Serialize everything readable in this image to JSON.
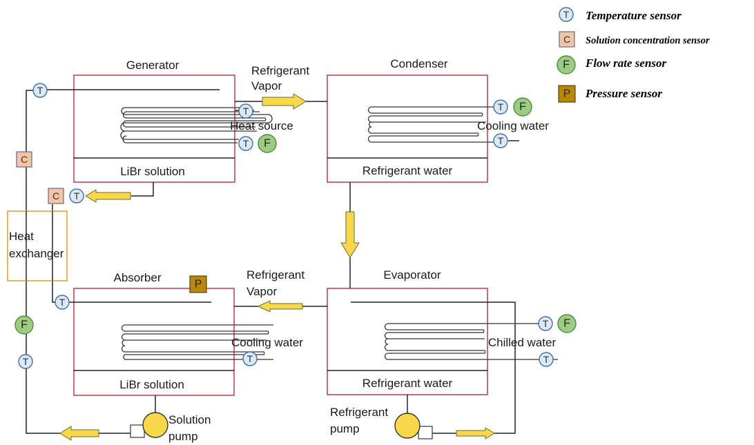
{
  "legend": {
    "temperature": {
      "symbol": "T",
      "label": "Temperature sensor"
    },
    "concentration": {
      "symbol": "C",
      "label": "Solution concentration sensor"
    },
    "flow": {
      "symbol": "F",
      "label": "Flow rate sensor"
    },
    "pressure": {
      "symbol": "P",
      "label": "Pressure sensor"
    }
  },
  "components": {
    "generator": {
      "title": "Generator",
      "solution": "LiBr solution",
      "coil": "Heat source"
    },
    "condenser": {
      "title": "Condenser",
      "solution": "Refrigerant water",
      "coil": "Cooling water"
    },
    "absorber": {
      "title": "Absorber",
      "solution": "LiBr solution",
      "coil": "Cooling water"
    },
    "evaporator": {
      "title": "Evaporator",
      "solution": "Refrigerant water",
      "coil": "Chilled water"
    }
  },
  "labels": {
    "vapor_top_1": "Refrigerant",
    "vapor_top_2": "Vapor",
    "vapor_mid_1": "Refrigerant",
    "vapor_mid_2": "Vapor",
    "heat_exchanger_1": "Heat",
    "heat_exchanger_2": "exchanger",
    "solution_pump_1": "Solution",
    "solution_pump_2": "pump",
    "refrigerant_pump_1": "Refrigerant",
    "refrigerant_pump_2": "pump"
  },
  "colors": {
    "vessel": "#c0475a",
    "heat_exchanger": "#e8a040",
    "arrow": "#f6d84a",
    "temperature": "#dbe8f5",
    "flow": "#9ccc82",
    "concentration": "#f5c4a5",
    "pressure": "#b8860b"
  }
}
